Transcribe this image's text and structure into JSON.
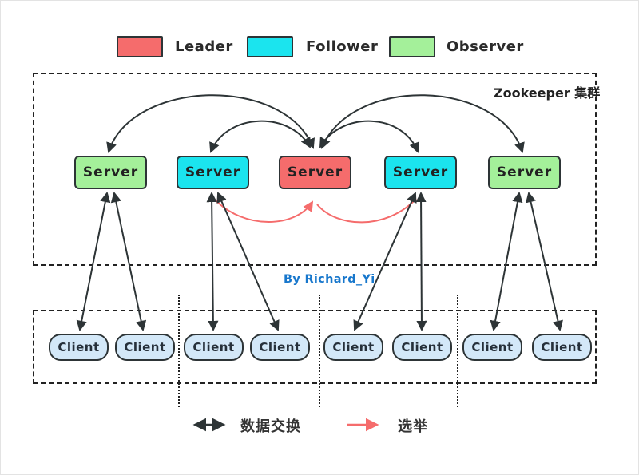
{
  "legend": {
    "items": [
      {
        "label": "Leader",
        "color": "#F56C6C"
      },
      {
        "label": "Follower",
        "color": "#1BE4EE"
      },
      {
        "label": "Observer",
        "color": "#A4F09A"
      }
    ]
  },
  "cluster": {
    "title": "Zookeeper 集群",
    "servers": [
      {
        "label": "Server",
        "role": "observer"
      },
      {
        "label": "Server",
        "role": "follower"
      },
      {
        "label": "Server",
        "role": "leader"
      },
      {
        "label": "Server",
        "role": "follower"
      },
      {
        "label": "Server",
        "role": "observer"
      }
    ]
  },
  "clients": {
    "items": [
      {
        "label": "Client"
      },
      {
        "label": "Client"
      },
      {
        "label": "Client"
      },
      {
        "label": "Client"
      },
      {
        "label": "Client"
      },
      {
        "label": "Client"
      },
      {
        "label": "Client"
      },
      {
        "label": "Client"
      }
    ]
  },
  "watermark": "By Richard_Yi",
  "arrow_legend": {
    "data_exchange": "数据交换",
    "election": "选举"
  },
  "colors": {
    "leader": "#F56C6C",
    "follower": "#1BE4EE",
    "observer": "#A4F09A",
    "client": "#D3E8F8",
    "stroke": "#2d3436",
    "election_arrow": "#F56C6C",
    "watermark": "#1777CC"
  }
}
